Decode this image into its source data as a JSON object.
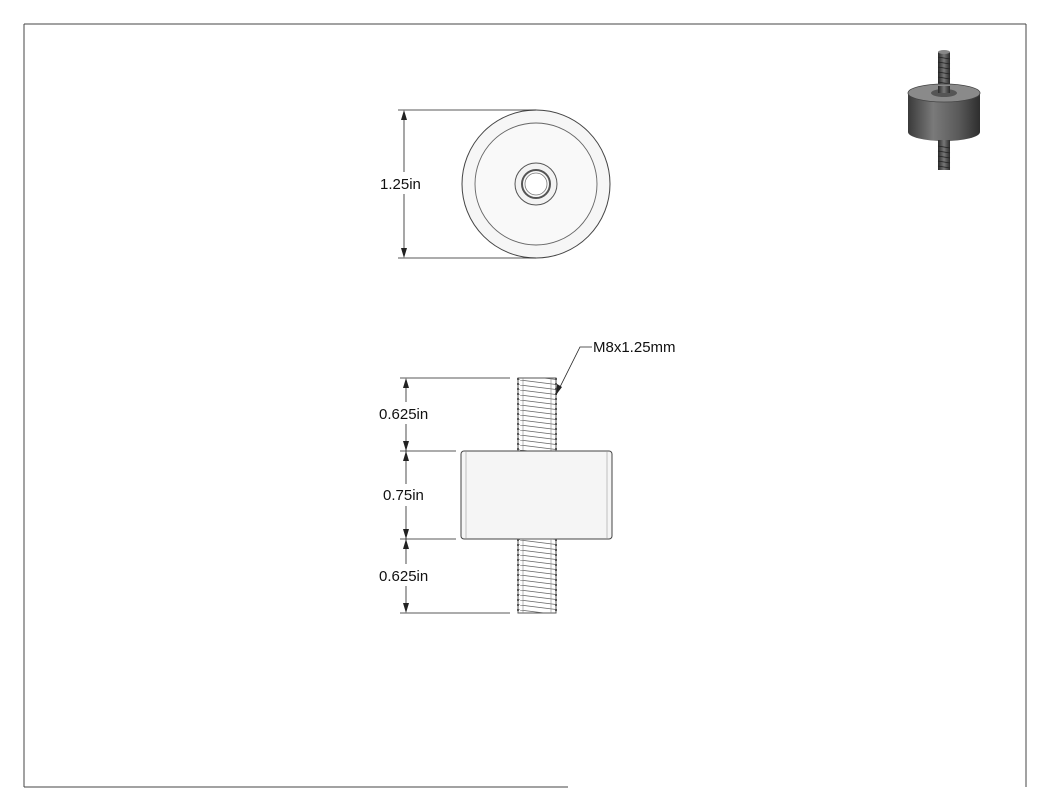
{
  "sheet": {
    "views": [
      "top-view",
      "front-view",
      "isometric-view"
    ]
  },
  "dimensions": {
    "diameter": "1.25in",
    "upper_stud_length": "0.625in",
    "body_height": "0.75in",
    "lower_stud_length": "0.625in",
    "thread_callout": "M8x1.25mm"
  },
  "colors": {
    "part_fill": "#f5f5f5",
    "line": "#333333",
    "iso_body": "#555555"
  }
}
